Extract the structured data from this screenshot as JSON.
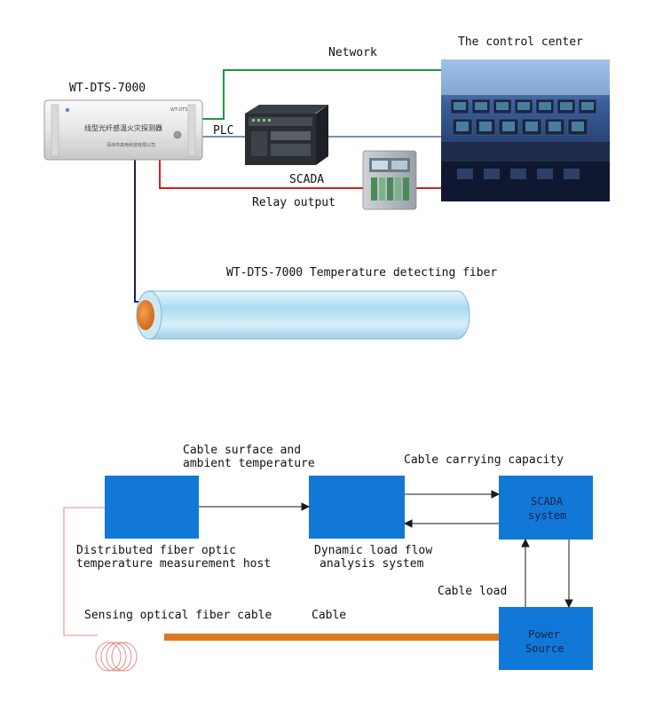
{
  "top_diagram": {
    "device_label": "WT-DTS-7000",
    "device_panel_text": "线型光纤感温火灾探测器",
    "device_panel_subtext": "深圳市高电科技有限公司",
    "device_model_tag": "WT-DTS",
    "network_label": "Network",
    "control_center_label": "The control center",
    "plc_label": "PLC",
    "scada_label": "SCADA",
    "relay_label": "Relay output",
    "fiber_label": "WT-DTS-7000 Temperature detecting fiber",
    "colors": {
      "network_line": "#1a9a3c",
      "plc_line": "#5566aa",
      "scada_line": "#d42020",
      "fiber_lead": "#1a1a6a",
      "fiber_core": "#e07820"
    }
  },
  "bottom_diagram": {
    "host_caption_line1": "Distributed fiber optic",
    "host_caption_line2": "temperature measurement host",
    "analysis_caption_line1": "Dynamic load flow",
    "analysis_caption_line2": "analysis system",
    "surface_temp_line1": "Cable surface and",
    "surface_temp_line2": "ambient temperature",
    "capacity_label": "Cable carrying capacity",
    "scada_line1": "SCADA",
    "scada_line2": "system",
    "cable_load_label": "Cable load",
    "power_line1": "Power",
    "power_line2": "Source",
    "sensing_label": "Sensing optical fiber cable",
    "cable_label": "Cable",
    "colors": {
      "box_fill": "#1278d8",
      "cable": "#e07820",
      "sensing_fiber": "#e98a8a"
    }
  }
}
